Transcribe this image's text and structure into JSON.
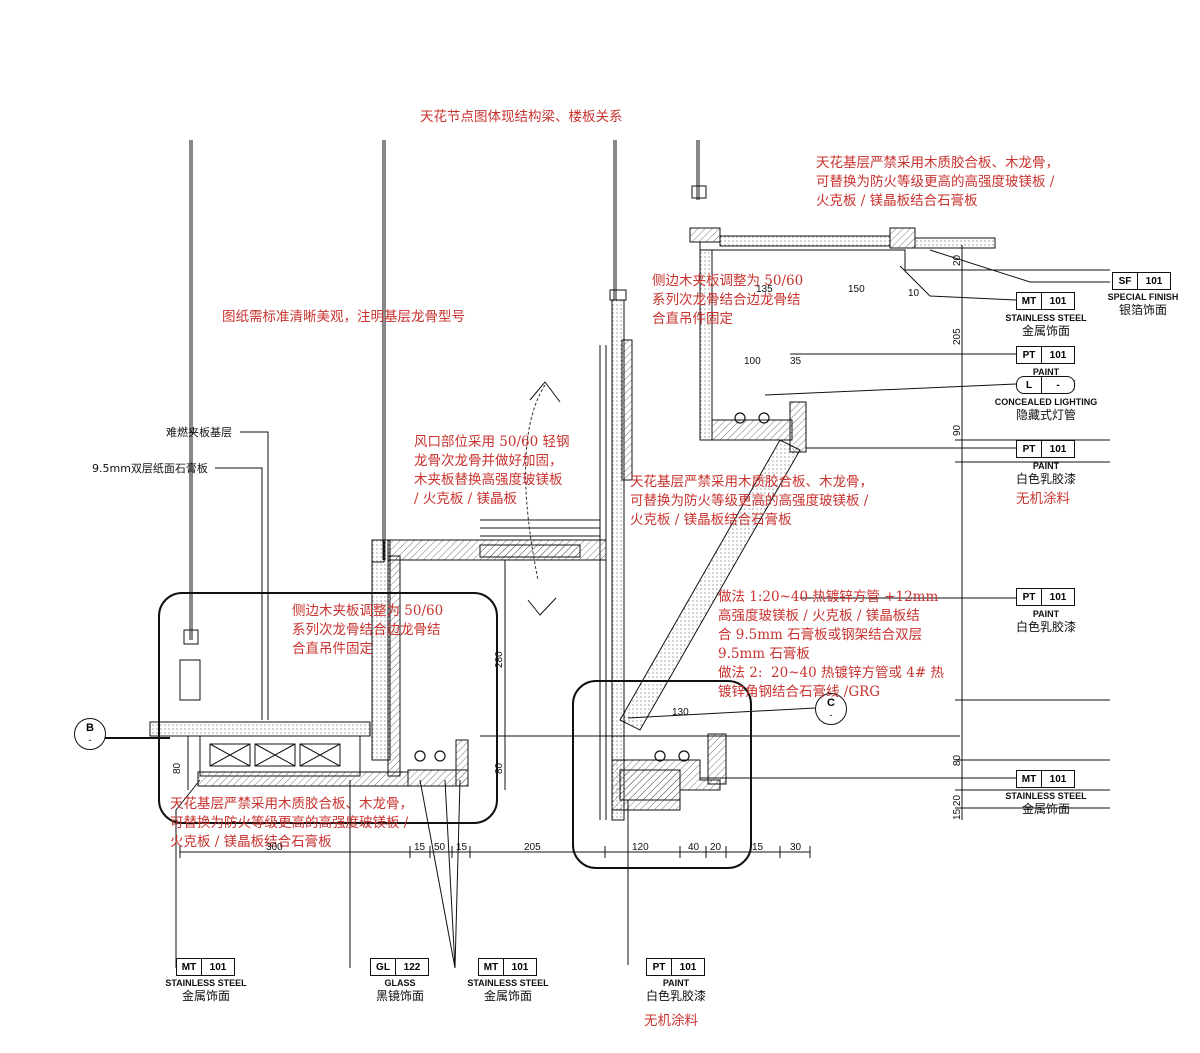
{
  "red_notes": {
    "title": "天花节点图体现结构梁、楼板关系",
    "top_right": "天花基层严禁采用木质胶合板、木龙骨，\n可替换为防火等级更高的高强度玻镁板 /\n火克板 / 镁晶板结合石膏板",
    "drawing_req": "图纸需标准清晰美观，注明基层龙骨型号",
    "side_wood_top": "侧边木夹板调整为 50/60\n系列次龙骨结合边龙骨结\n合直吊件固定",
    "vent": "风口部位采用 50/60 轻钢\n龙骨次龙骨并做好加固，\n木夹板替换高强度玻镁板\n/ 火克板 / 镁晶板",
    "mid_right": "天花基层严禁采用木质胶合板、木龙骨，\n可替换为防火等级更高的高强度玻镁板 /\n火克板 / 镁晶板结合石膏板",
    "side_wood_left": "侧边木夹板调整为 50/60\n系列次龙骨结合边龙骨结\n合直吊件固定",
    "method": "做法 1:20~40 热镀锌方管 +12mm\n高强度玻镁板 / 火克板 / 镁晶板结\n合 9.5mm 石膏板或钢架结合双层\n9.5mm 石膏板\n做法 2:  20~40 热镀锌方管或 4# 热\n镀锌角钢结合石膏线 /GRG",
    "bottom_left": "天花基层严禁采用木质胶合板、木龙骨，\n可替换为防火等级更高的高强度玻镁板 /\n火克板 / 镁晶板结合石膏板",
    "inorganic_1": "无机涂料",
    "inorganic_2": "无机涂料"
  },
  "black_labels": {
    "fire_board": "难燃夹板基层",
    "gypsum": "9.5mm双层纸面石膏板"
  },
  "tags": [
    {
      "code": "SF",
      "num": "101",
      "en": "SPECIAL FINISH",
      "zh": "银箔饰面"
    },
    {
      "code": "MT",
      "num": "101",
      "en": "STAINLESS STEEL",
      "zh": "金属饰面"
    },
    {
      "code": "PT",
      "num": "101",
      "en": "PAINT",
      "zh": "白色乳胶漆"
    },
    {
      "code": "L",
      "num": "-",
      "en": "CONCEALED LIGHTING",
      "zh": "隐藏式灯管"
    },
    {
      "code": "PT",
      "num": "101",
      "en": "PAINT",
      "zh": "白色乳胶漆"
    },
    {
      "code": "PT",
      "num": "101",
      "en": "PAINT",
      "zh": "白色乳胶漆"
    },
    {
      "code": "MT",
      "num": "101",
      "en": "STAINLESS STEEL",
      "zh": "金属饰面"
    },
    {
      "code": "MT",
      "num": "101",
      "en": "STAINLESS STEEL",
      "zh": "金属饰面"
    },
    {
      "code": "GL",
      "num": "122",
      "en": "GLASS",
      "zh": "黑镜饰面"
    },
    {
      "code": "MT",
      "num": "101",
      "en": "STAINLESS STEEL",
      "zh": "金属饰面"
    },
    {
      "code": "PT",
      "num": "101",
      "en": "PAINT",
      "zh": "白色乳胶漆"
    }
  ],
  "sections": [
    {
      "top": "B",
      "bottom": "-"
    },
    {
      "top": "C",
      "bottom": "-"
    }
  ],
  "dims": {
    "d135": "135",
    "d150": "150",
    "d10": "10",
    "d100": "100",
    "d35": "35",
    "d20": "20",
    "d205v": "205",
    "d90": "90",
    "d80v": "80",
    "d15_20": "15 20",
    "d280": "280",
    "d80a": "80",
    "d80b": "80",
    "d130": "130",
    "b300": "300",
    "b15a": "15",
    "b50": "50",
    "b15b": "15",
    "b205": "205",
    "b120": "120",
    "b40": "40",
    "b20": "20",
    "b15c": "15",
    "b30": "30"
  },
  "colors": {
    "annotation": "#c8332f",
    "line": "#111111"
  }
}
